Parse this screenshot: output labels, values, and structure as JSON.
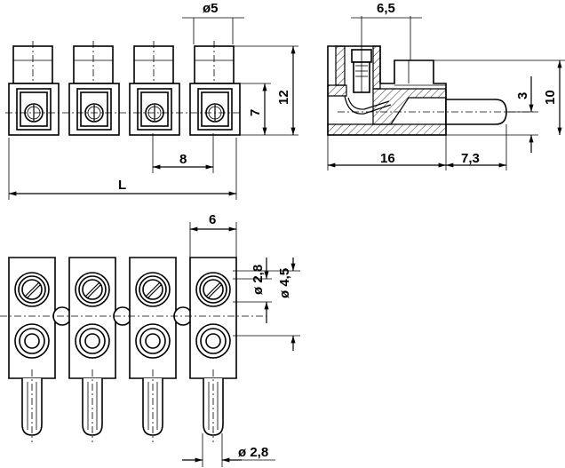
{
  "front_view": {
    "dim_top": "ø5",
    "dim_pitch": "8",
    "dim_length": "L",
    "dim_height_body": "7",
    "dim_height_total": "12"
  },
  "side_view": {
    "dim_top": "6,5",
    "dim_pin_offset": "3",
    "dim_height": "10",
    "dim_length": "16",
    "dim_pin_length": "7,3"
  },
  "bottom_view": {
    "dim_width": "6",
    "dim_hole_small": "ø 2,8",
    "dim_hole_large": "ø 4,5",
    "dim_pin_dia": "ø 2,8"
  },
  "terminal_count": 4
}
